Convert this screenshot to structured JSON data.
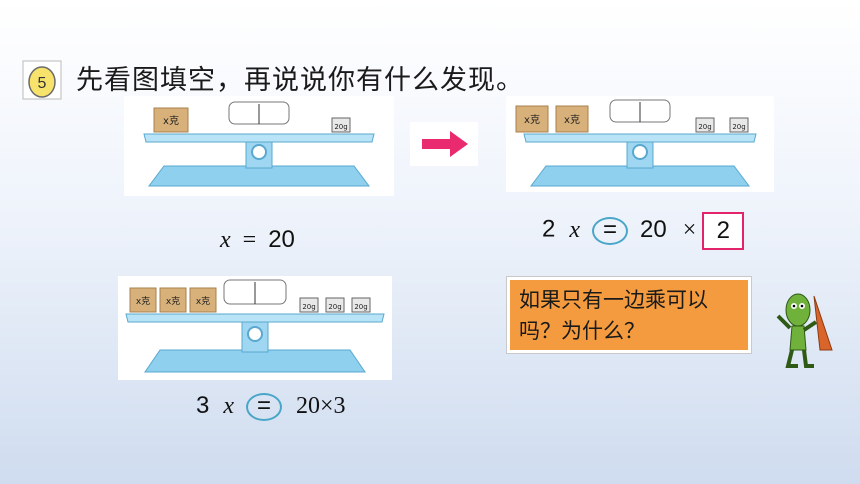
{
  "badge": {
    "number": "5"
  },
  "title": "先看图填空，再说说你有什么发现。",
  "scales": {
    "left_top": {
      "box_label": "x克",
      "weight_label": "20g"
    },
    "right_top": {
      "box_label": "x克",
      "weight_label": "20g"
    },
    "bottom": {
      "box_label": "x克",
      "weight_label": "20g"
    }
  },
  "equations": {
    "eq1": {
      "var": "x",
      "sign": "=",
      "rhs": "20"
    },
    "eq2": {
      "coef": "2",
      "var": "x",
      "sign": "=",
      "rhs": "20",
      "op": "×",
      "answer": "2"
    },
    "eq3": {
      "coef": "3",
      "var": "x",
      "sign": "=",
      "rhs": "20×3"
    }
  },
  "note": {
    "text": "如果只有一边乘可以吗？为什么？"
  },
  "colors": {
    "arrow": "#ea2a6e",
    "note_bg": "#f49b3f",
    "scale_blue": "#8fd0ef",
    "box_tan": "#d7b07a"
  }
}
